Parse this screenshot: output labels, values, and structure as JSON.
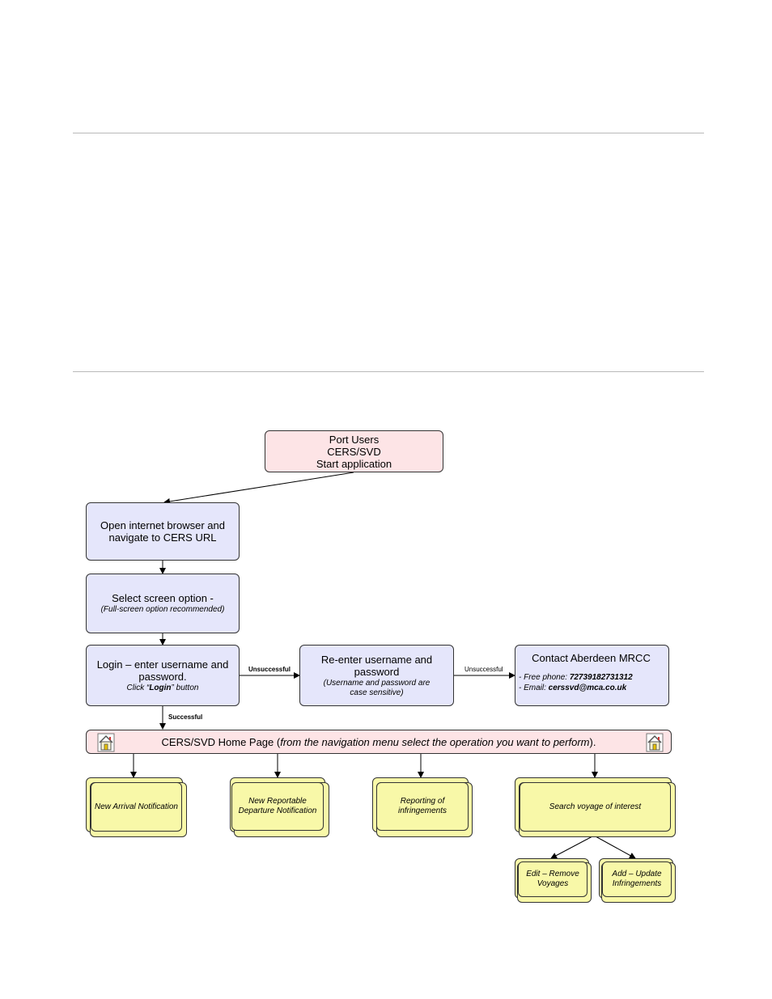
{
  "start": {
    "line1": "Port Users",
    "line2": "CERS/SVD",
    "line3": "Start application"
  },
  "open_browser": {
    "text": "Open internet browser and navigate to CERS URL"
  },
  "select_screen": {
    "text": "Select screen option -",
    "note": "(Full-screen option recommended)"
  },
  "login": {
    "text": "Login – enter username and password.",
    "note_prefix": "Click “",
    "note_bold": "Login",
    "note_suffix": "” button"
  },
  "reenter": {
    "text": "Re-enter username and password",
    "note": "(Username and password are case sensitive)"
  },
  "contact": {
    "title": "Contact Aberdeen MRCC",
    "phone_label": "- Free phone: ",
    "phone_value": "72739182731312",
    "email_label": "- Email:  ",
    "email_value": "cerssvd@mca.co.uk"
  },
  "labels": {
    "unsuccessful_1": "Unsuccessful",
    "unsuccessful_2": "Unsuccessful",
    "successful": "Successful"
  },
  "home": {
    "text": "CERS/SVD Home Page (",
    "italic": "from the navigation menu select the operation you want to perform",
    "end": ").",
    "icon": "home-icon"
  },
  "operations": {
    "new_arrival": "New Arrival Notification",
    "new_departure": "New Reportable Departure Notification",
    "infringements": "Reporting of infringements",
    "search": "Search voyage of interest",
    "edit_remove": "Edit – Remove Voyages",
    "add_update": "Add – Update Infringements"
  },
  "colors": {
    "start_fill": "#fde4e6",
    "step_fill": "#e5e6fb",
    "operation_fill": "#f8f8a8",
    "border": "#333333"
  }
}
